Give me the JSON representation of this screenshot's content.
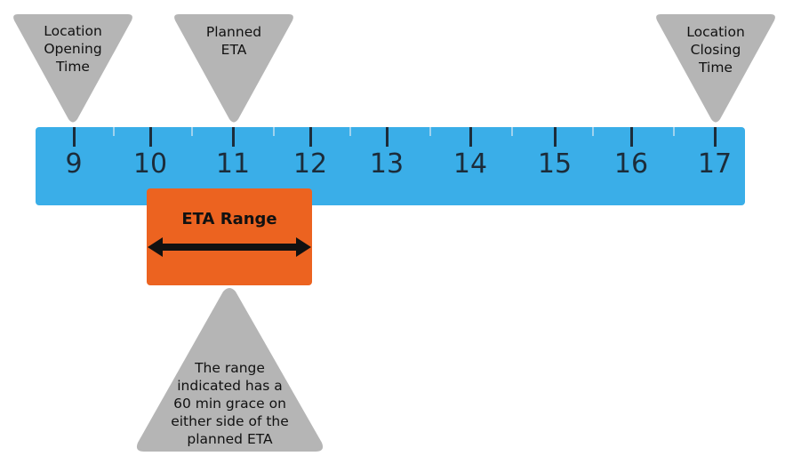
{
  "colors": {
    "ruler": "#3aaee8",
    "tick": "#1c2c3a",
    "callout": "#b5b5b5",
    "range": "#ec6320"
  },
  "timeline": {
    "ticks": [
      "9",
      "10",
      "11",
      "12",
      "13",
      "14",
      "15",
      "16",
      "17"
    ]
  },
  "callouts": {
    "opening": "Location\nOpening\nTime",
    "planned": "Planned\nETA",
    "closing": "Location\nClosing\nTime",
    "grace": "The range\nindicated has a\n60 min grace on\neither side of the\nplanned ETA"
  },
  "range": {
    "title": "ETA Range"
  }
}
